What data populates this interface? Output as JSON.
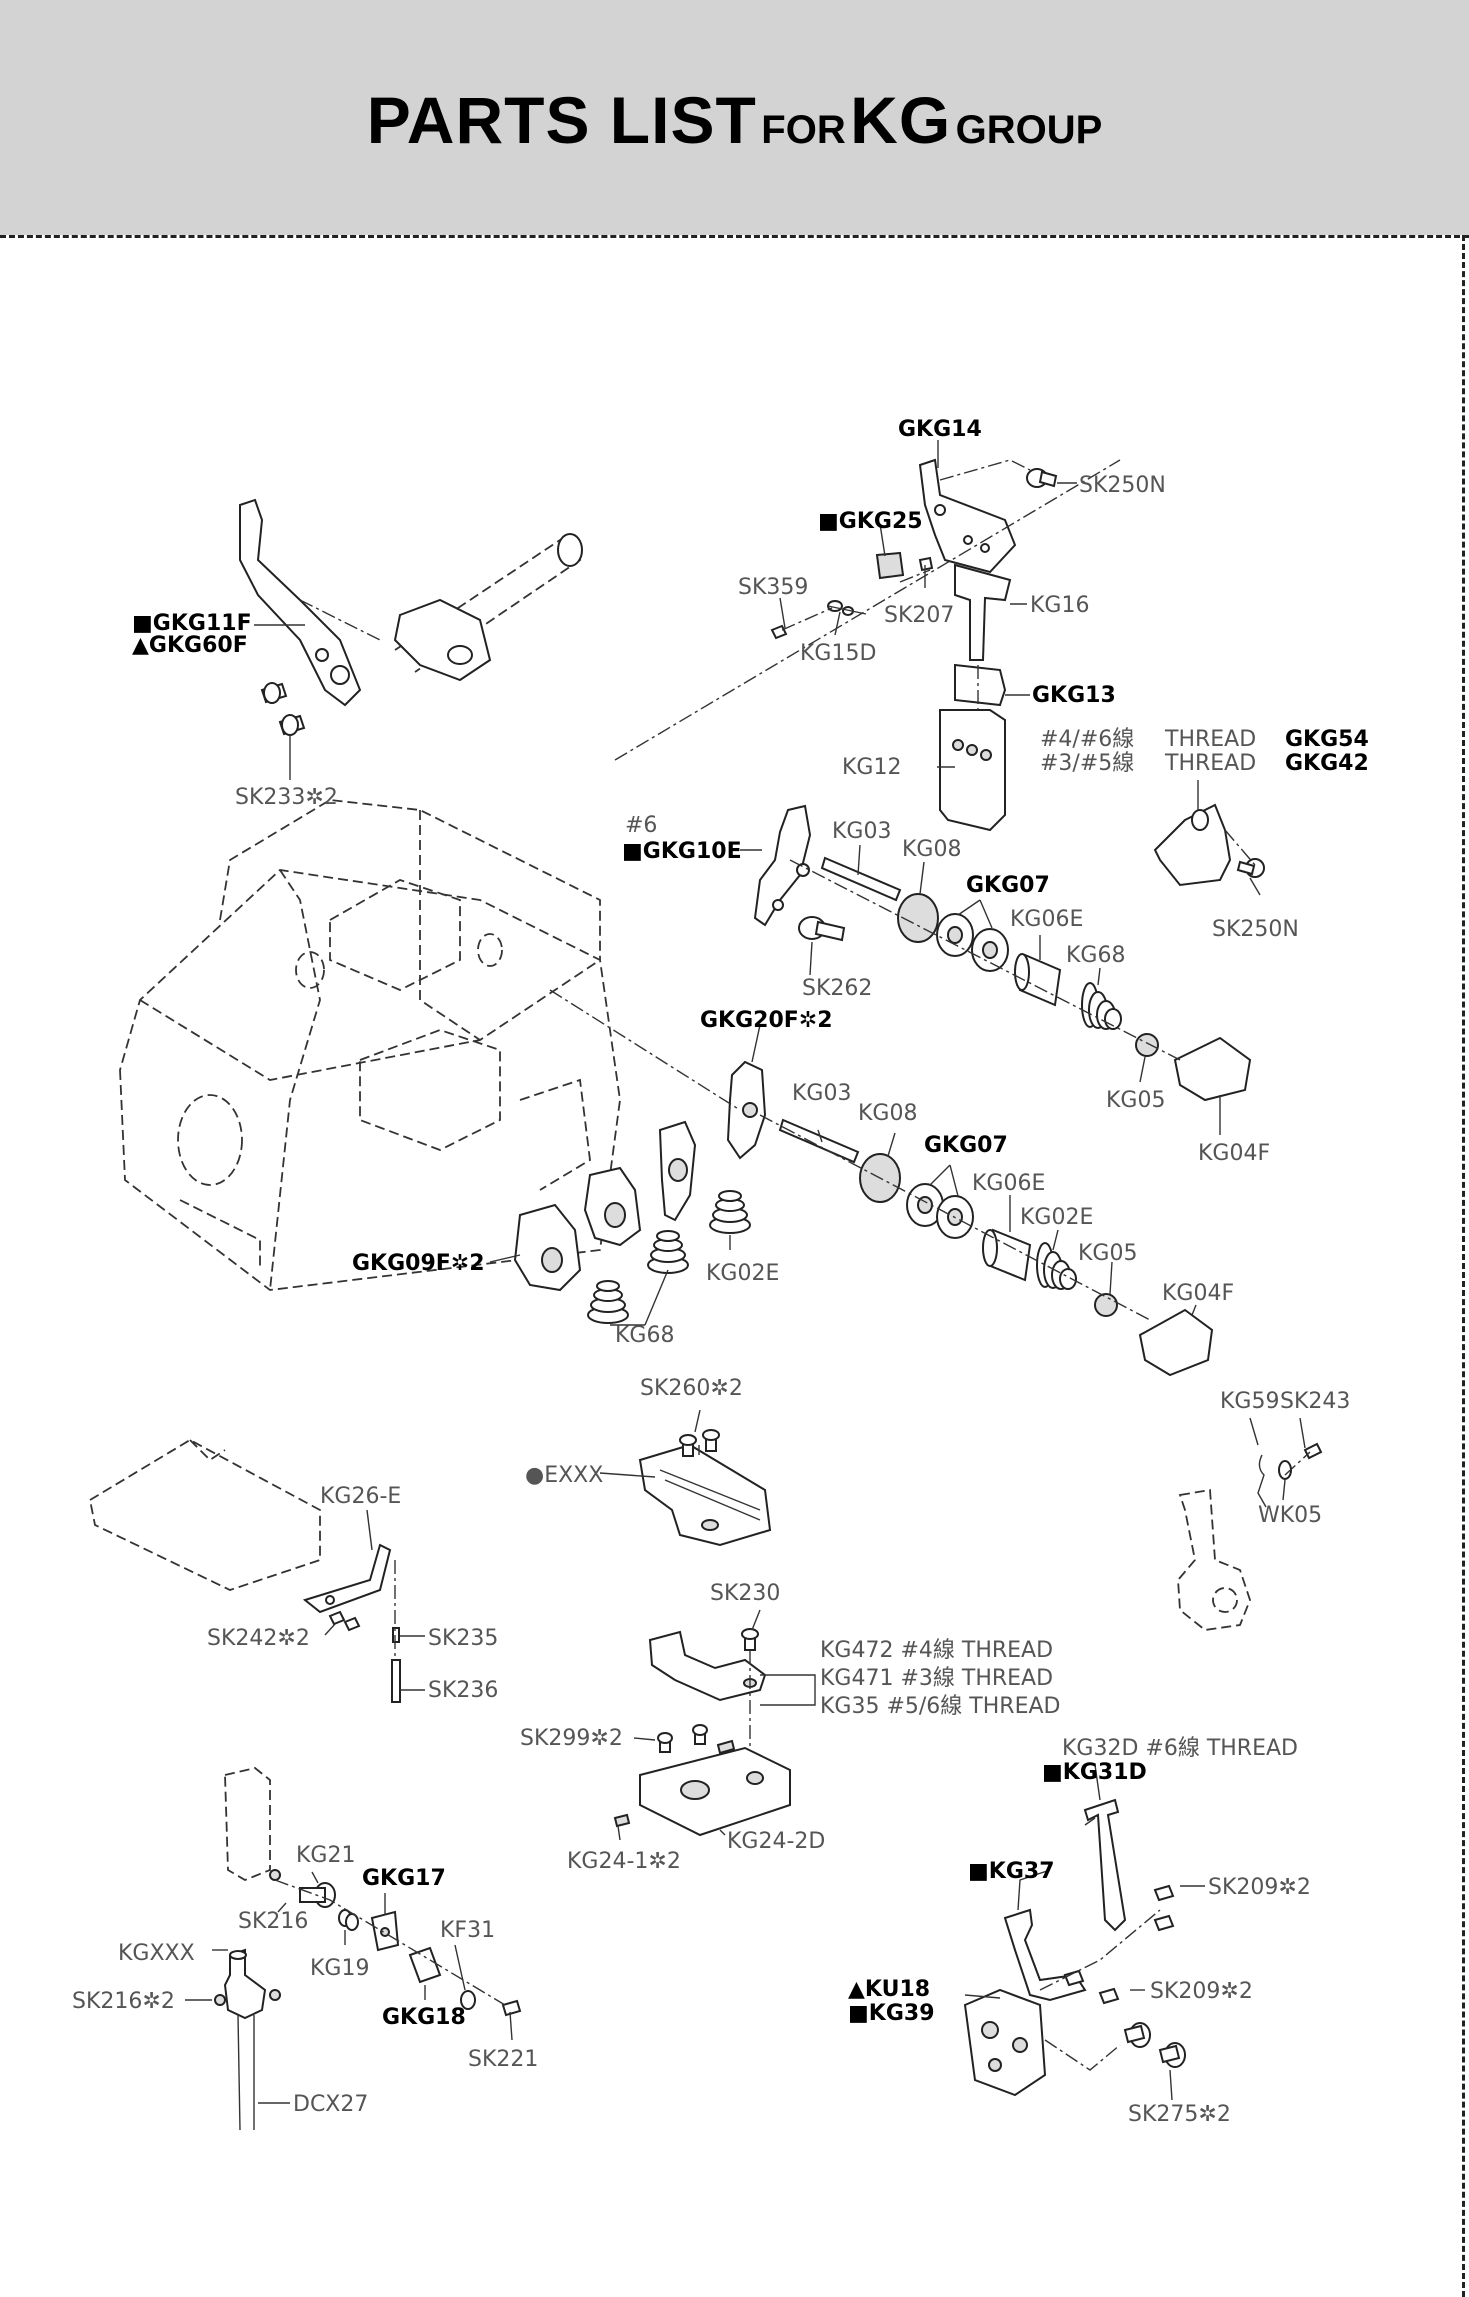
{
  "header": {
    "title_part1": "PARTS LIST",
    "title_part2": "FOR",
    "title_part3": "KG",
    "title_part4": "GROUP"
  },
  "labels": {
    "gkg14": "GKG14",
    "sk250n_top": "SK250N",
    "gkg25": "■GKG25",
    "sk359": "SK359",
    "sk207": "SK207",
    "kg16": "KG16",
    "kg15d": "KG15D",
    "gkg13": "GKG13",
    "gkg11f": "■GKG11F",
    "gkg60f": "▲GKG60F",
    "sk233": "SK233✲2",
    "kg12": "KG12",
    "thread46_a": "#4/#6線",
    "thread46_b": "THREAD",
    "thread46_c": "GKG54",
    "thread35_a": "#3/#5線",
    "thread35_b": "THREAD",
    "thread35_c": "GKG42",
    "n6": "#6",
    "gkg10e": "■GKG10E",
    "kg03_a": "KG03",
    "kg08_a": "KG08",
    "gkg07_a": "GKG07",
    "kg06e_a": "KG06E",
    "kg68_a": "KG68",
    "sk250n_right": "SK250N",
    "sk262": "SK262",
    "gkg20f": "GKG20F✲2",
    "kg05_a": "KG05",
    "kg04f_a": "KG04F",
    "kg03_b": "KG03",
    "kg08_b": "KG08",
    "gkg07_b": "GKG07",
    "kg06e_b": "KG06E",
    "kg02e_b": "KG02E",
    "kg05_b": "KG05",
    "kg04f_b": "KG04F",
    "kg02e_a": "KG02E",
    "gkg09f": "GKG09F✲2",
    "kg68_b": "KG68",
    "sk260": "SK260✲2",
    "kg59": "KG59",
    "sk243": "SK243",
    "exxx": "●EXXX",
    "wk05": "WK05",
    "kg26e": "KG26-E",
    "sk230": "SK230",
    "sk242": "SK242✲2",
    "sk235": "SK235",
    "sk236": "SK236",
    "kg472": "KG472  #4線  THREAD",
    "kg471": "KG471  #3線  THREAD",
    "kg35": "KG35  #5/6線  THREAD",
    "sk299": "SK299✲2",
    "kg32d": "KG32D  #6線  THREAD",
    "kg31d": "■KG31D",
    "kg24_2d": "KG24-2D",
    "kg24_1": "KG24-1✲2",
    "kg21": "KG21",
    "gkg17": "GKG17",
    "kg37": "■KG37",
    "sk209_a": "SK209✲2",
    "sk216": "SK216",
    "kg19": "KG19",
    "kf31": "KF31",
    "kgxxx": "KGXXX",
    "sk216_2": "SK216✲2",
    "gkg18": "GKG18",
    "ku18": "▲KU18",
    "kg39": "■KG39",
    "sk209_b": "SK209✲2",
    "sk221": "SK221",
    "sk275": "SK275✲2",
    "dcx27": "DCX27"
  }
}
